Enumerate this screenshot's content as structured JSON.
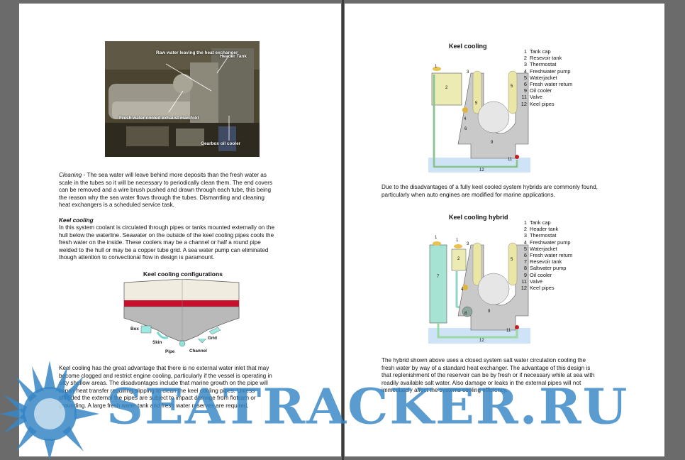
{
  "left_page": {
    "photo": {
      "labels": {
        "raw_water": "Raw water\nleaving the\nheat exchanger",
        "header_tank": "Header Tank",
        "fresh_water": "Fresh water cooled\nexhaust manifold",
        "gearbox": "Gearbox oil cooler"
      }
    },
    "cleaning": {
      "label": "Cleaning",
      "text": " - The sea water will leave behind more deposits than the fresh water as\nscale in the tubes so it will be necessary to periodically clean them. The end covers\ncan be removed and a wire brush pushed and drawn through each tube, this being\nthe reason why the sea water flows through the tubes. Dismantling and cleaning\nheat exchangers is a scheduled service task."
    },
    "keel_cooling": {
      "heading": "Keel cooling",
      "text": "In this system coolant is circulated through pipes or tanks mounted externally on the\nhull below the waterline. Seawater on the outside of the keel cooling pipes cools the\nfresh water on the inside. These coolers may be a channel or half a round pipe\nwelded to the hull or may be a copper tube grid. A sea water pump can eliminated\nthough attention to convectional flow in design is paramount."
    },
    "configs_figure": {
      "title": "Keel cooling configurations",
      "labels": {
        "box": "Box",
        "skin": "Skin",
        "pipe": "Pipe",
        "channel": "Channel",
        "grid": "Grid"
      }
    },
    "bottom_text": "Keel cooling has the great advantage that there is no external water inlet that may\nbecome clogged and restrict engine cooling, particularly if the vessel is operating in\nsilty shallow areas. The disadvantages include that marine growth on the pipe will\nimpair heat transfer requiring slipping to clean the keel cooling pipes. Unless\nshielded the external the pipes are subject to impact damage from flotsam or\ngrounding. A large fresh water tank and fresh water reserves are required."
  },
  "right_page": {
    "diagram1": {
      "title": "Keel cooling",
      "legend": [
        {
          "n": "1",
          "label": "Tank cap"
        },
        {
          "n": "2",
          "label": "Resevoir tank"
        },
        {
          "n": "3",
          "label": "Thermostat"
        },
        {
          "n": "4",
          "label": "Freshwater pump"
        },
        {
          "n": "5",
          "label": "Waterjacket"
        },
        {
          "n": "6",
          "label": "Fresh water return"
        },
        {
          "n": "9",
          "label": "Oil cooler"
        },
        {
          "n": "11",
          "label": "Valve"
        },
        {
          "n": "12",
          "label": "Keel  pipes"
        }
      ]
    },
    "middle_text": "Due to the disadvantages of a fully keel cooled system hybrids are commonly found,\nparticularly when auto engines are modified for marine applications.",
    "diagram2": {
      "title": "Keel cooling hybrid",
      "legend": [
        {
          "n": "1",
          "label": "Tank cap"
        },
        {
          "n": "2",
          "label": "Header tank"
        },
        {
          "n": "3",
          "label": "Thermostat"
        },
        {
          "n": "4",
          "label": "Freshwater pump"
        },
        {
          "n": "5",
          "label": "Waterjacket"
        },
        {
          "n": "6",
          "label": "Fresh water return"
        },
        {
          "n": "7",
          "label": "Resevoir tank"
        },
        {
          "n": "8",
          "label": "Saltwater  pump"
        },
        {
          "n": "9",
          "label": "Oil cooler"
        },
        {
          "n": "11",
          "label": "Valve"
        },
        {
          "n": "12",
          "label": "Keel  pipes"
        }
      ]
    },
    "bottom_text": "The hybrid shown above uses a closed system salt water circulation cooling the\nfresh water by way of a standard heat exchanger. The advantage of this design is\nthat replenishment of the reservoir can be by fresh or if necessary while at sea with\nreadily available salt water. Also damage or leaks in the external pipes will not\nimmediately affect the systems cooling efficiency."
  },
  "watermark": {
    "text": "SEATRACKER.RU",
    "color": "#3686c4"
  }
}
